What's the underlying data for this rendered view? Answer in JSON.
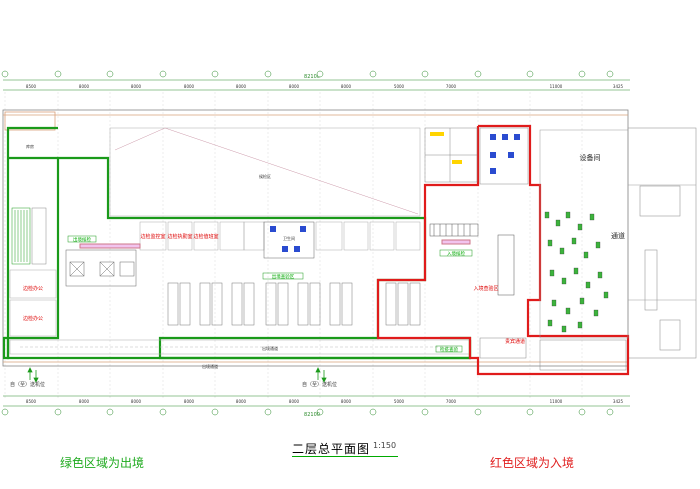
{
  "title": "二层总平面图",
  "scale": "1:150",
  "legend": {
    "green_text": "绿色区域为出境",
    "green_color": "#1faa1f",
    "red_text": "红色区域为入境",
    "red_color": "#e02020"
  },
  "overall_dim": "82100",
  "bay_dims": [
    "8500",
    "8000",
    "8000",
    "8000",
    "8000",
    "8000",
    "8000",
    "5000",
    "7000",
    "11000",
    "3425"
  ],
  "axis_labels": [
    "①",
    "②",
    "③",
    "④",
    "⑤",
    "⑥",
    "⑦",
    "⑧",
    "⑨",
    "⑩",
    "⑪",
    "⑫",
    "⑬"
  ],
  "rooms": {
    "equipment": "设备间",
    "corridor": "通道",
    "office1": "边检办公",
    "office2": "边检办公",
    "left_waiting": "出境候检",
    "right_waiting": "入境候检",
    "big_hall": "候检区",
    "small_1": "边检监控室",
    "small_2": "边检执勤室",
    "small_3": "边检值班室",
    "entry_check": "入境查验区",
    "quarantine": "检疫查验",
    "exit_label_left": "出境通道",
    "exit_label_mid": "出境通道",
    "exit_check": "出境查验区",
    "storage": "库房",
    "toilet": "卫生间",
    "vip": "贵宾通道"
  },
  "bottom_labels": {
    "left": "自（至）送机位",
    "mid": "自（至）送机位"
  }
}
